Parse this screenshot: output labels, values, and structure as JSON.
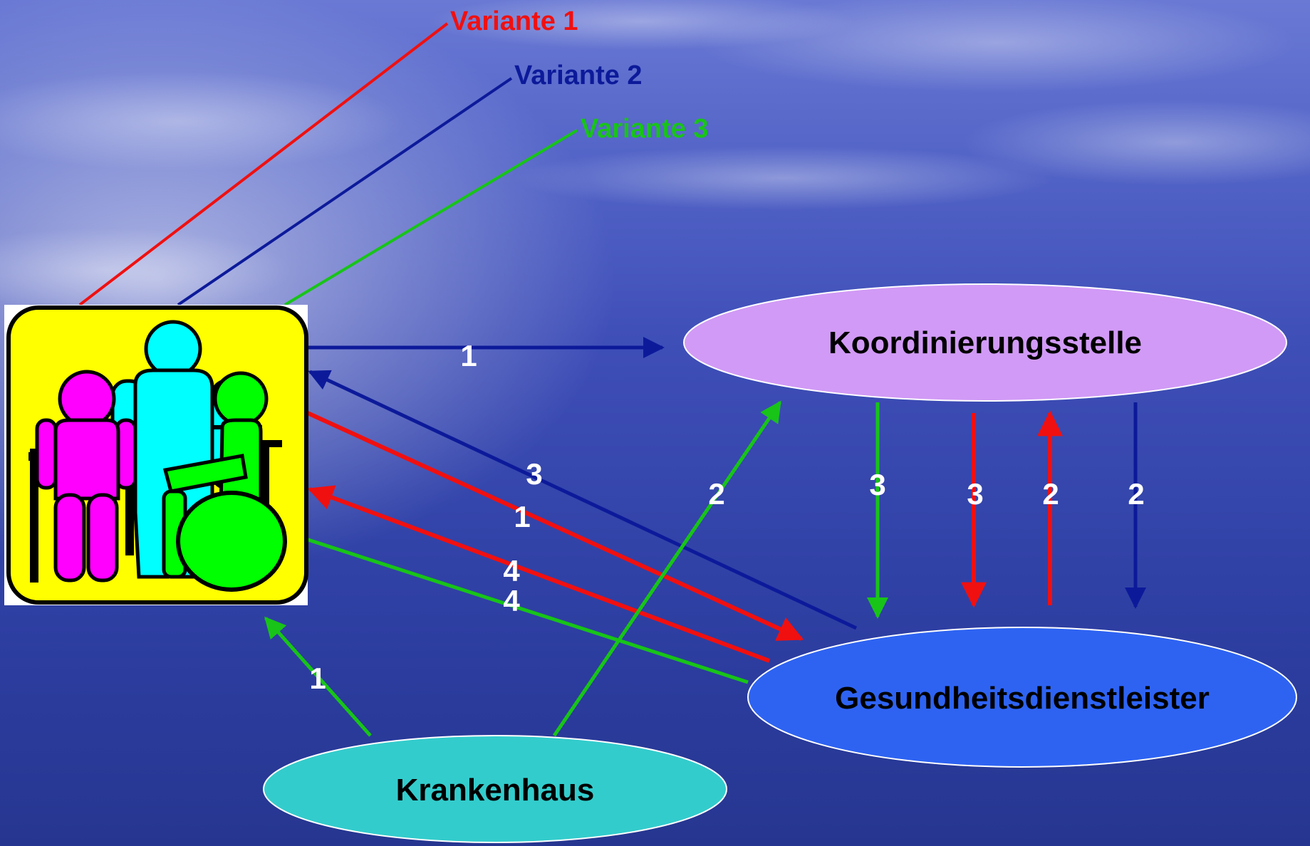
{
  "legend": {
    "variant1": "Variante 1",
    "variant2": "Variante 2",
    "variant3": "Variante 3"
  },
  "nodes": {
    "coordination": "Koordinierungsstelle",
    "provider": "Gesundheitsdienstleister",
    "hospital": "Krankenhaus"
  },
  "patient_icon": "family-with-wheelchair-icon",
  "colors": {
    "variant1": "#f01010",
    "variant2": "#0c1a9a",
    "variant3": "#18c418",
    "coordination_fill": "#d19af6",
    "provider_fill": "#2e63f2",
    "hospital_fill": "#33cccc",
    "icon_background": "#ffff00"
  },
  "step_labels": {
    "patient_to_coord": "1",
    "provider_to_patient_blue": "3",
    "patient_to_provider_red": "1",
    "provider_to_patient_red": "4",
    "provider_to_patient_green": "4",
    "hospital_to_patient": "1",
    "hospital_to_coord": "2",
    "coord_to_provider_green": "3",
    "coord_to_provider_red": "3",
    "provider_to_coord_red": "2",
    "coord_to_provider_blue": "2"
  }
}
